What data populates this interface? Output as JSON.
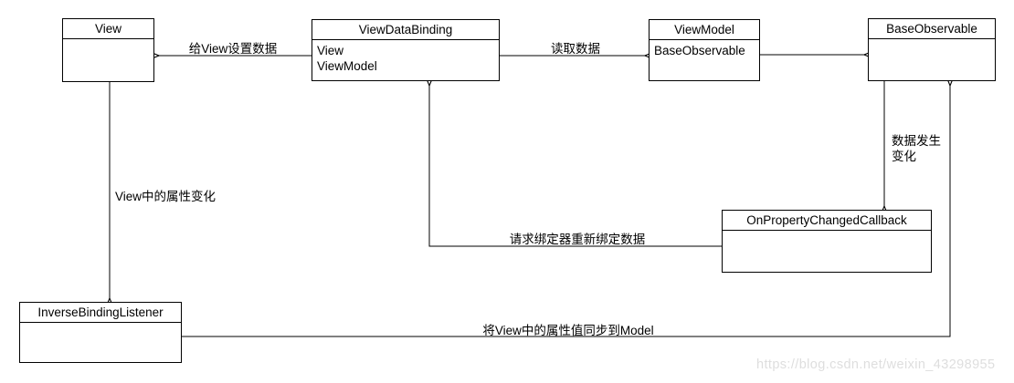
{
  "diagram": {
    "nodes": {
      "view": {
        "title": "View",
        "attrs": []
      },
      "view_data_binding": {
        "title": "ViewDataBinding",
        "attrs": [
          "View",
          "ViewModel"
        ]
      },
      "view_model": {
        "title": "ViewModel",
        "attrs": [
          "BaseObservable"
        ]
      },
      "base_observable": {
        "title": "BaseObservable",
        "attrs": []
      },
      "on_property_changed_callback": {
        "title": "OnPropertyChangedCallback",
        "attrs": []
      },
      "inverse_binding_listener": {
        "title": "InverseBindingListener",
        "attrs": []
      }
    },
    "edges": {
      "set_data": {
        "label": "给View设置数据",
        "from": "ViewDataBinding",
        "to": "View"
      },
      "read_data": {
        "label": "读取数据",
        "from": "ViewDataBinding",
        "to": "ViewModel"
      },
      "viewmodel_to_baseobservable": {
        "label": "",
        "from": "ViewModel",
        "to": "BaseObservable"
      },
      "data_changed": {
        "label": "数据发生变化",
        "from": "BaseObservable",
        "to": "OnPropertyChangedCallback"
      },
      "rebind_request": {
        "label": "请求绑定器重新绑定数据",
        "from": "OnPropertyChangedCallback",
        "to": "ViewDataBinding"
      },
      "view_attr_changed": {
        "label": "View中的属性变化",
        "from": "View",
        "to": "InverseBindingListener"
      },
      "sync_to_model": {
        "label": "将View中的属性值同步到Model",
        "from": "InverseBindingListener",
        "to": "BaseObservable"
      }
    }
  },
  "colors": {
    "line": "#000000",
    "box_fill": "#ffffff",
    "text": "#000000",
    "watermark": "#dedede"
  },
  "watermark": {
    "text": "https://blog.csdn.net/weixin_43298955"
  }
}
